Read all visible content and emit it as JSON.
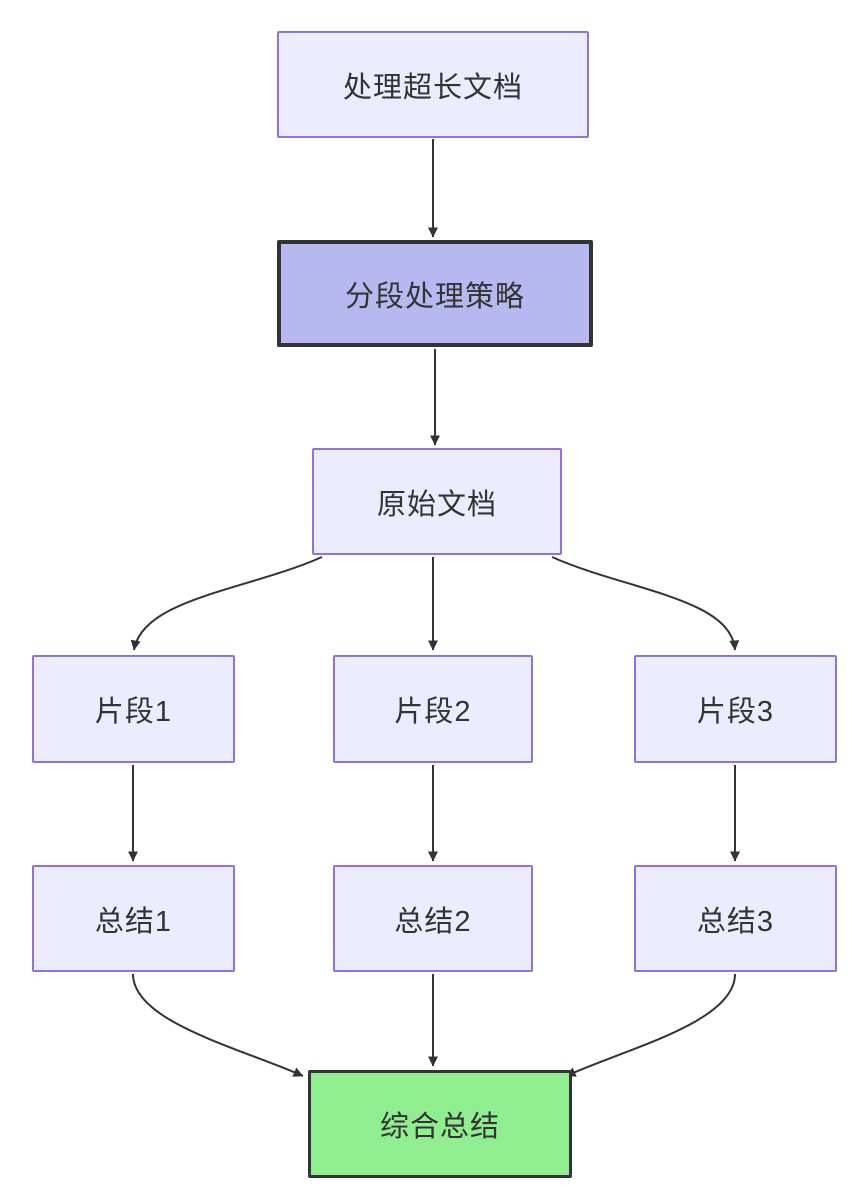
{
  "diagram": {
    "type": "flowchart",
    "direction": "top-down",
    "nodes": [
      {
        "id": "A",
        "label": "处理超长文档",
        "style": "default"
      },
      {
        "id": "B",
        "label": "分段处理策略",
        "style": "highlight"
      },
      {
        "id": "C",
        "label": "原始文档",
        "style": "default"
      },
      {
        "id": "D1",
        "label": "片段1",
        "style": "default"
      },
      {
        "id": "D2",
        "label": "片段2",
        "style": "default"
      },
      {
        "id": "D3",
        "label": "片段3",
        "style": "default"
      },
      {
        "id": "E1",
        "label": "总结1",
        "style": "default"
      },
      {
        "id": "E2",
        "label": "总结2",
        "style": "default"
      },
      {
        "id": "E3",
        "label": "总结3",
        "style": "default"
      },
      {
        "id": "F",
        "label": "综合总结",
        "style": "success"
      }
    ],
    "edges": [
      {
        "from": "处理超长文档",
        "to": "分段处理策略"
      },
      {
        "from": "分段处理策略",
        "to": "原始文档"
      },
      {
        "from": "原始文档",
        "to": "片段1"
      },
      {
        "from": "原始文档",
        "to": "片段2"
      },
      {
        "from": "原始文档",
        "to": "片段3"
      },
      {
        "from": "片段1",
        "to": "总结1"
      },
      {
        "from": "片段2",
        "to": "总结2"
      },
      {
        "from": "片段3",
        "to": "总结3"
      },
      {
        "from": "总结1",
        "to": "综合总结"
      },
      {
        "from": "总结2",
        "to": "综合总结"
      },
      {
        "from": "总结3",
        "to": "综合总结"
      }
    ]
  },
  "colors": {
    "background": "#FFFFFF",
    "node_fill": "#ECECFF",
    "node_border": "#9370DB",
    "highlight_fill": "#B8B8F0",
    "highlight_border": "#333333",
    "success_fill": "#90EE90",
    "success_border": "#333333",
    "edge": "#333333",
    "text": "#333333"
  }
}
